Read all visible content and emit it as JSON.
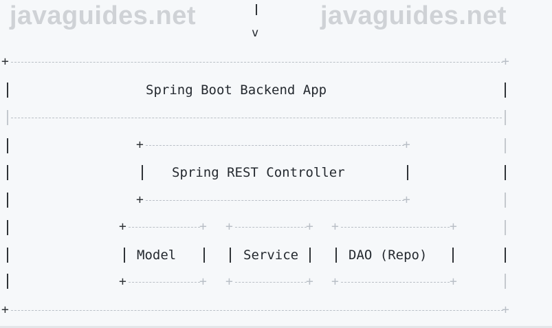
{
  "watermark": {
    "left": "javaguides.net",
    "right": "javaguides.net"
  },
  "arrow": {
    "head": "v"
  },
  "app": {
    "title": "Spring Boot Backend App"
  },
  "controller": {
    "label": "Spring REST Controller"
  },
  "layers": [
    {
      "label": "Model"
    },
    {
      "label": "Service"
    },
    {
      "label": "DAO (Repo)"
    }
  ]
}
